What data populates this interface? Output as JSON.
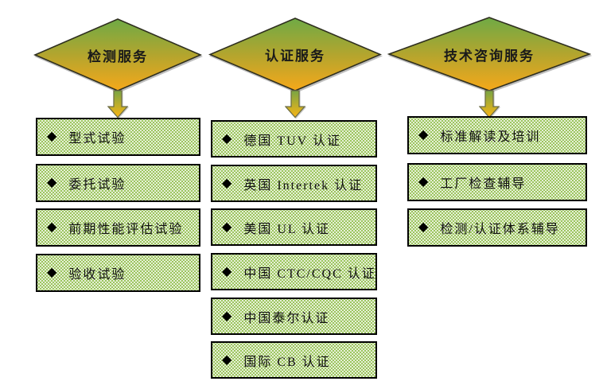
{
  "bullet": "◆",
  "colors": {
    "diamond_gradient_top": "#6faa45",
    "diamond_gradient_mid": "#b3a52e",
    "diamond_gradient_bottom": "#f6a81a",
    "diamond_border": "#2f2f1f",
    "arrow_gradient_top": "#79a544",
    "arrow_gradient_bottom": "#f9b514",
    "arrow_border": "#6e6e46",
    "box_fill_green": "#9cc55e",
    "box_dot": "#ffffff",
    "box_border": "#000000",
    "text": "#111111",
    "background": "#ffffff"
  },
  "columns": [
    {
      "diamond_label": "检测服务",
      "items": [
        "型式试验",
        "委托试验",
        "前期性能评估试验",
        "验收试验"
      ]
    },
    {
      "diamond_label": "认证服务",
      "items": [
        "德国 TUV 认证",
        "英国 Intertek 认证",
        "美国 UL 认证",
        "中国 CTC/CQC 认证",
        "中国泰尔认证",
        "国际 CB 认证"
      ]
    },
    {
      "diamond_label": "技术咨询服务",
      "items": [
        "标准解读及培训",
        "工厂检查辅导",
        "检测/认证体系辅导"
      ]
    }
  ]
}
